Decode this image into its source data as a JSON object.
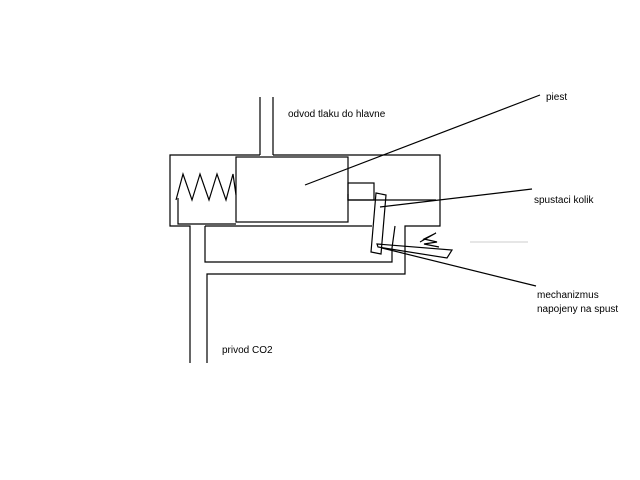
{
  "labels": {
    "outlet": "odvod tlaku do hlavne",
    "piston": "piest",
    "trigger_pin": "spustaci kolik",
    "mechanism_line1": "mechanizmus",
    "mechanism_line2": "napojeny na spust",
    "co2_inlet": "privod CO2"
  },
  "colors": {
    "line": "#000000",
    "background": "#ffffff",
    "faint_mark": "#e6e6e6"
  }
}
